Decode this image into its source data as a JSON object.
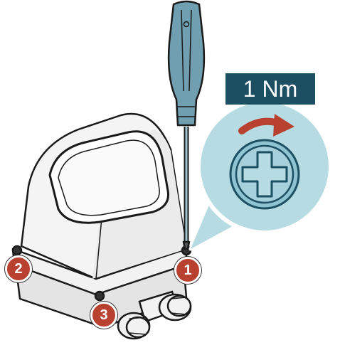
{
  "torque": {
    "label": "1 Nm"
  },
  "callouts": [
    {
      "label": "1"
    },
    {
      "label": "2"
    },
    {
      "label": "3"
    }
  ],
  "colors": {
    "callout": "#b8412f",
    "bubble": "#b6dbe3",
    "label_bg": "#1d4f63",
    "screwdriver": "#6f9fb0",
    "arrow": "#b8412f"
  },
  "icons": [
    "screwdriver-icon",
    "cross-screw-icon",
    "rotate-clockwise-arrow-icon"
  ]
}
